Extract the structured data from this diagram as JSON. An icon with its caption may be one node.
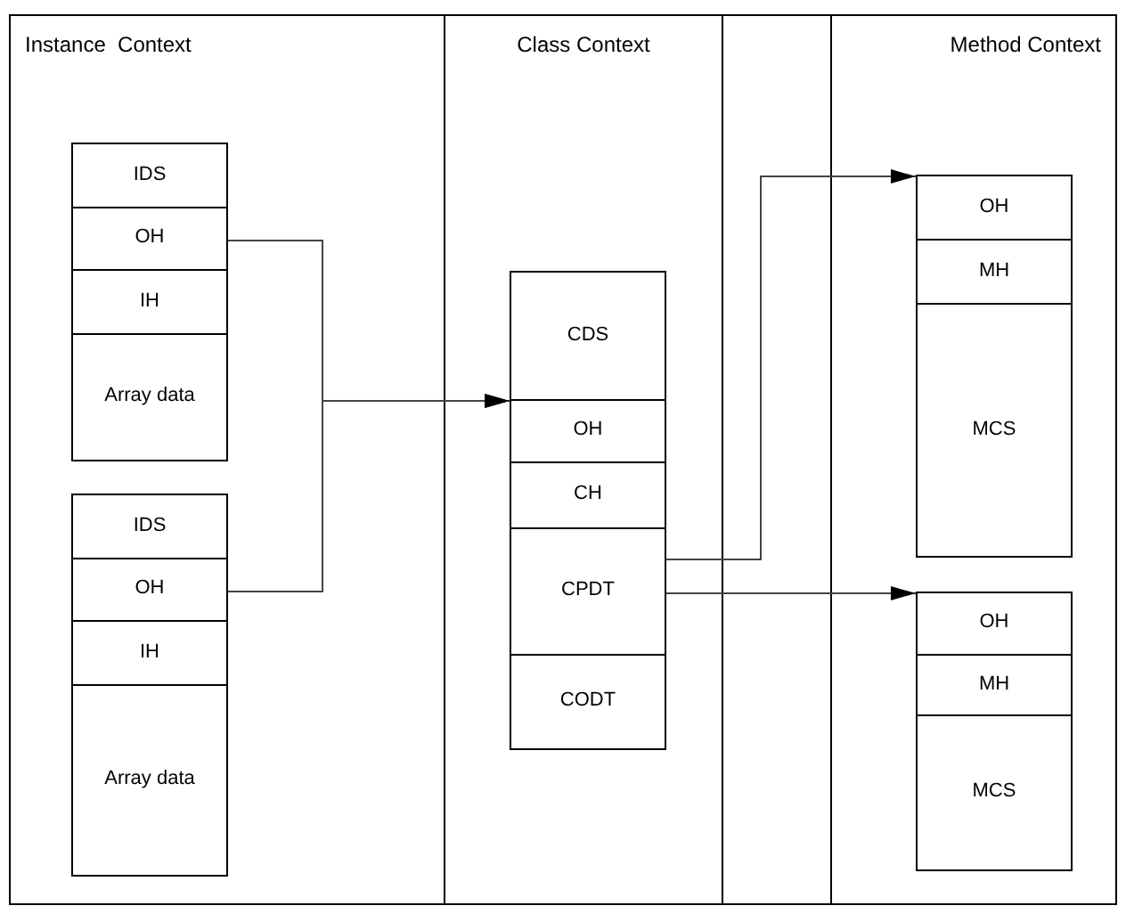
{
  "diagram": {
    "nodes": [
      {
        "text": [
          "Instance  Context"
        ]
      },
      {
        "text": [
          "IDS"
        ],
        "in": 0
      },
      {
        "text": [
          "OH"
        ],
        "in": 0
      },
      {
        "text": [
          "IH"
        ],
        "in": 0
      },
      {
        "text": [
          "Array data"
        ],
        "in": 0
      },
      {
        "text": [
          "IDS"
        ],
        "in": 0
      },
      {
        "text": [
          "OH"
        ],
        "in": 0
      },
      {
        "text": [
          "IH"
        ],
        "in": 0
      },
      {
        "text": [
          "Array data"
        ],
        "in": 0
      },
      {
        "text": [
          "Class Context"
        ]
      },
      {
        "text": [
          "CDS"
        ],
        "in": 9
      },
      {
        "text": [
          "OH"
        ],
        "in": 9
      },
      {
        "text": [
          "CH"
        ],
        "in": 9
      },
      {
        "text": [
          "CPDT"
        ],
        "in": 9
      },
      {
        "text": [
          "CODT"
        ],
        "in": 9
      },
      {
        "text": [
          "Method Context"
        ]
      },
      {
        "text": [
          "OH"
        ],
        "in": 15
      },
      {
        "text": [
          "MH"
        ],
        "in": 15
      },
      {
        "text": [
          "MCS"
        ],
        "in": 15
      },
      {
        "text": [
          "OH"
        ],
        "in": 15
      },
      {
        "text": [
          "MH"
        ],
        "in": 15
      },
      {
        "text": [
          "MCS"
        ],
        "in": 15
      }
    ],
    "edges": [
      {
        "from": 2,
        "to": 11,
        "arrow": "to"
      },
      {
        "from": 6,
        "to": 11,
        "arrow": "to"
      },
      {
        "from": 13,
        "to": 16,
        "arrow": "to"
      },
      {
        "from": 13,
        "to": 19,
        "arrow": "to"
      }
    ]
  }
}
